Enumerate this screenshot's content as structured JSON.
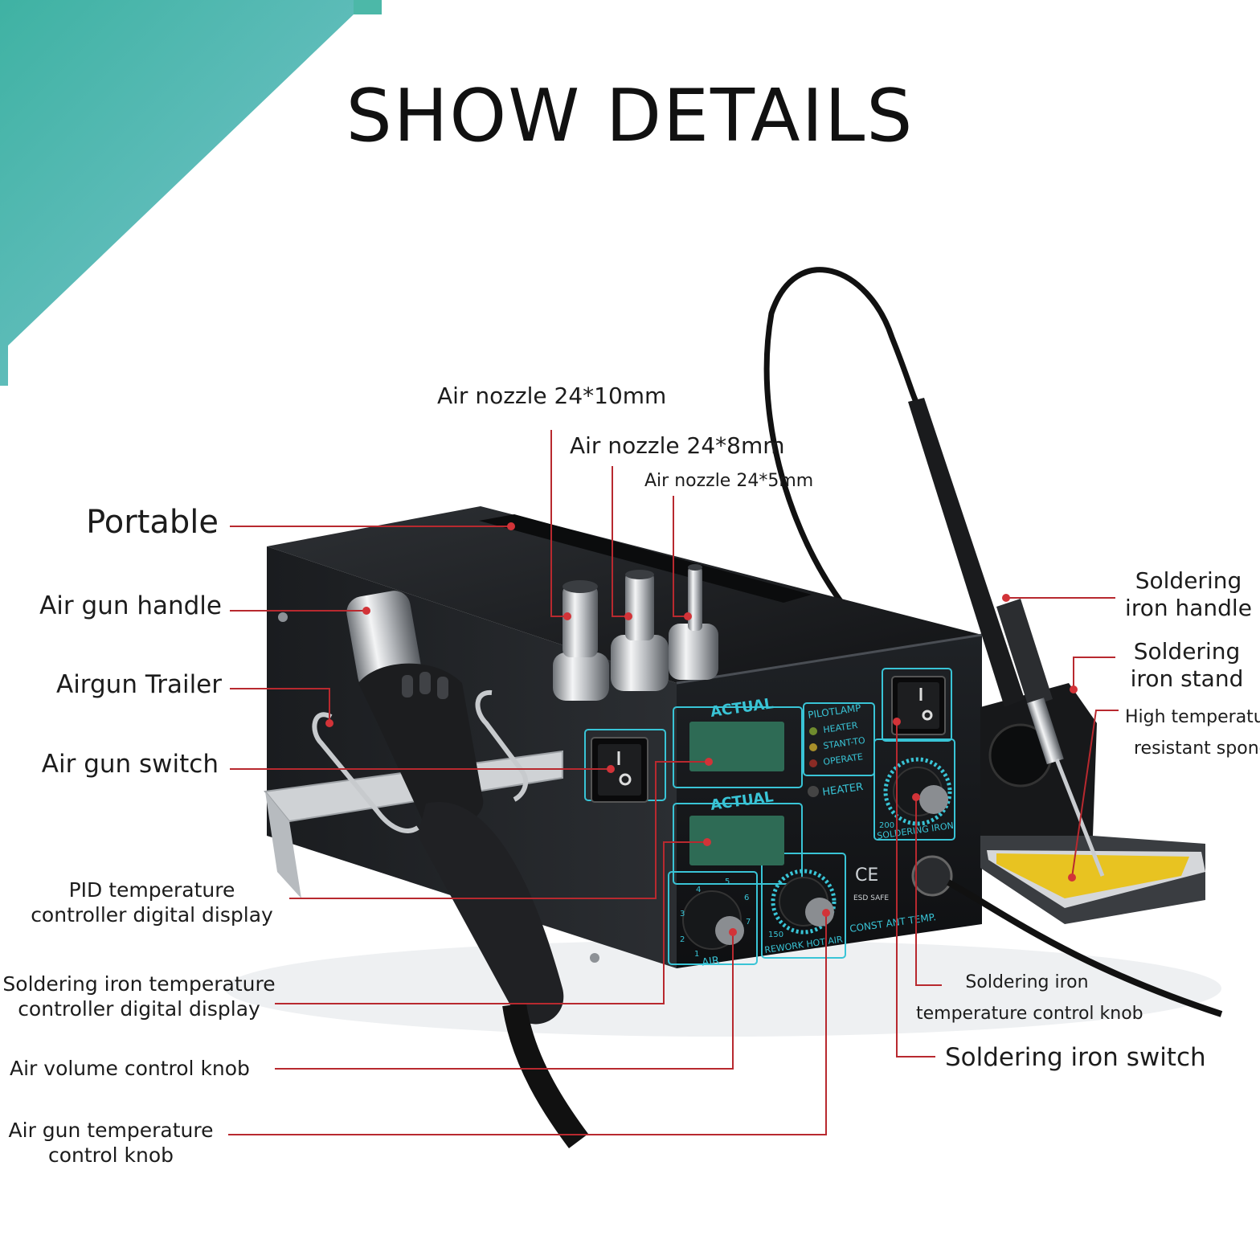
{
  "title": "SHOW DETAILS",
  "colors": {
    "accent_teal": "#5bbab0",
    "leader_line": "#b8292f",
    "panel_cyan": "#39c4d6",
    "sponge_yellow": "#e8c321",
    "body_black": "#1b1d20"
  },
  "icons": [
    "power-switch-icon",
    "ce-mark-icon"
  ],
  "callouts": {
    "air_nozzle_10": "Air nozzle 24*10mm",
    "air_nozzle_8": "Air nozzle 24*8mm",
    "air_nozzle_5": "Air nozzle 24*5mm",
    "portable": "Portable",
    "air_gun_handle": "Air gun handle",
    "airgun_trailer": "Airgun Trailer",
    "air_gun_switch": "Air gun switch",
    "pid_display": [
      "PID temperature",
      "controller digital display"
    ],
    "iron_display": [
      "Soldering iron temperature",
      "controller digital display"
    ],
    "air_volume_knob": "Air volume control knob",
    "air_gun_temp_knob": [
      "Air gun temperature",
      "control knob"
    ],
    "iron_handle": [
      "Soldering",
      "iron handle"
    ],
    "iron_stand": [
      "Soldering",
      "iron stand"
    ],
    "sponge": [
      "High temperature",
      "resistant sponge"
    ],
    "iron_temp_knob": [
      "Soldering iron",
      "temperature control knob"
    ],
    "iron_switch": "Soldering iron switch"
  },
  "panel": {
    "actual_top": "ACTUAL",
    "actual_bottom": "ACTUAL",
    "pilot_lamp": "PILOTLAMP",
    "lamp_heater": "HEATER",
    "lamp_stand": "STANT-TO",
    "lamp_operate": "OPERATE",
    "heater_indicator": "HEATER",
    "soldering_iron": "SOLDERING IRON",
    "iron_scale_200": "200",
    "air": "AIR",
    "rework_hot_air": "REWORK HOT AIR",
    "hot_air_scale_150": "150",
    "constant_temp": "CONST ANT TEMP.",
    "ce_mark": "CE",
    "esd_safe": "ESD SAFE",
    "air_scale": [
      "1",
      "2",
      "3",
      "4",
      "5",
      "6",
      "7"
    ]
  }
}
